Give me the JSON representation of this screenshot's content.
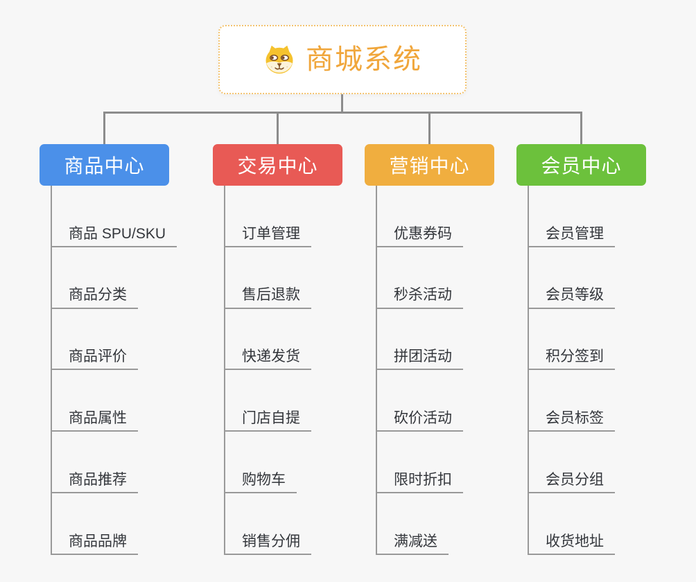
{
  "page": {
    "background": "#f7f7f7",
    "connector_color": "#8c8c8c",
    "underline_color": "#999999",
    "leaf_text_color": "#33363b"
  },
  "root": {
    "title": "商城系统",
    "icon": "dog-face-icon",
    "text_color": "#f0a63b",
    "border_color": "#f3c36f",
    "background": "#ffffff"
  },
  "columns": [
    {
      "id": "product-center",
      "title": "商品中心",
      "color": "#4b90e9",
      "items": [
        "商品 SPU/SKU",
        "商品分类",
        "商品评价",
        "商品属性",
        "商品推荐",
        "商品品牌"
      ]
    },
    {
      "id": "trade-center",
      "title": "交易中心",
      "color": "#e85a55",
      "items": [
        "订单管理",
        "售后退款",
        "快递发货",
        "门店自提",
        "购物车",
        "销售分佣"
      ]
    },
    {
      "id": "marketing-center",
      "title": "营销中心",
      "color": "#f0ae3f",
      "items": [
        "优惠券码",
        "秒杀活动",
        "拼团活动",
        "砍价活动",
        "限时折扣",
        "满减送"
      ]
    },
    {
      "id": "member-center",
      "title": "会员中心",
      "color": "#6cc13c",
      "items": [
        "会员管理",
        "会员等级",
        "积分签到",
        "会员标签",
        "会员分组",
        "收货地址"
      ]
    }
  ]
}
